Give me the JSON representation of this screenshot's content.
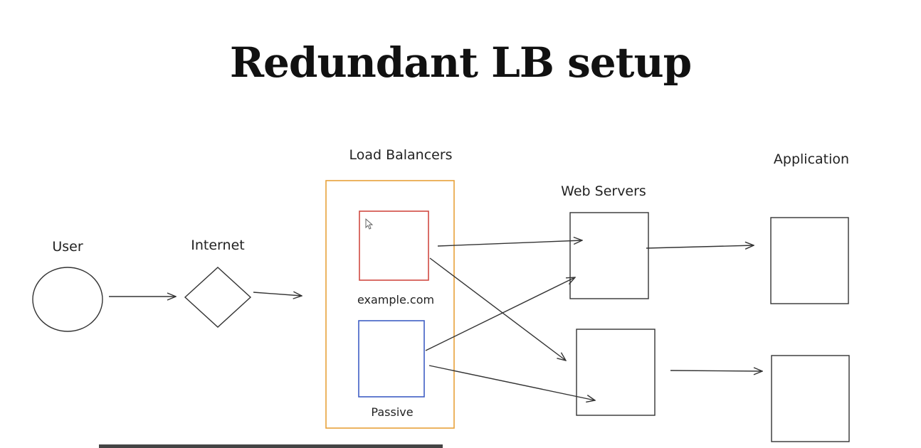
{
  "title": "Redundant LB setup",
  "labels": {
    "user": "User",
    "internet": "Internet",
    "load_balancers": "Load Balancers",
    "web_servers": "Web Servers",
    "application": "Application",
    "active_lb": "example.com",
    "passive_lb": "Passive"
  },
  "colors": {
    "lb_group_border": "#e8a13a",
    "active_lb_border": "#d04a42",
    "passive_lb_border": "#3f5ec4",
    "stroke": "#333333"
  }
}
